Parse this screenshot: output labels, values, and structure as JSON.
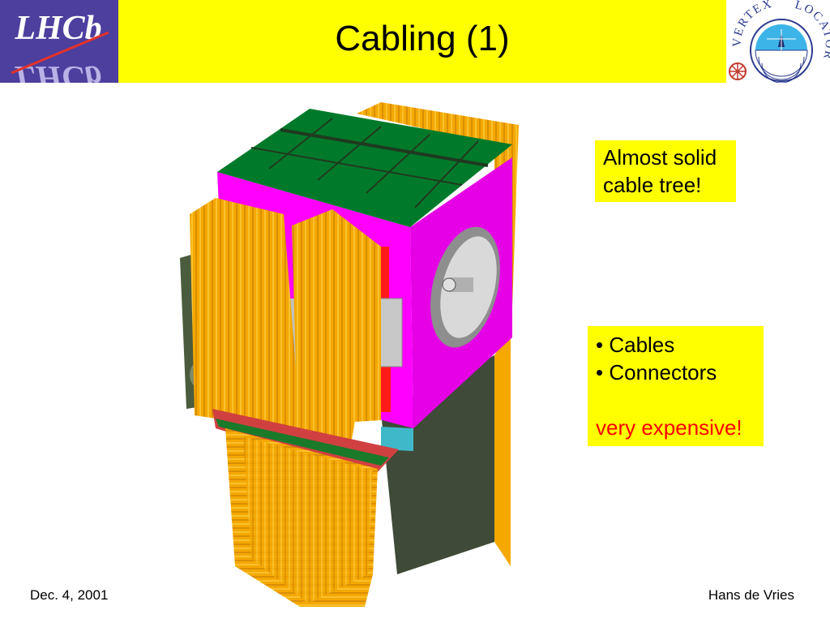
{
  "header": {
    "title": "Cabling (1)",
    "logo_left_text": "LHCb",
    "logo_right_text_top": "VERTEX",
    "logo_right_text_side": "LOCATOR"
  },
  "callouts": {
    "first": {
      "line1": "Almost solid",
      "line2": "cable tree!"
    },
    "second": {
      "bullet1": "• Cables",
      "bullet2": "• Connectors",
      "note": "very expensive!"
    }
  },
  "footer": {
    "date": "Dec. 4, 2001",
    "author": "Hans de Vries"
  },
  "colors": {
    "header_bg": "#ffff00",
    "logo_bg": "#4c3f9e",
    "highlight_red": "#ff0000",
    "cable_orange": "#f5a800",
    "magenta": "#ff00ff",
    "board_green": "#007a2a",
    "module_dark": "#3f4a38"
  }
}
